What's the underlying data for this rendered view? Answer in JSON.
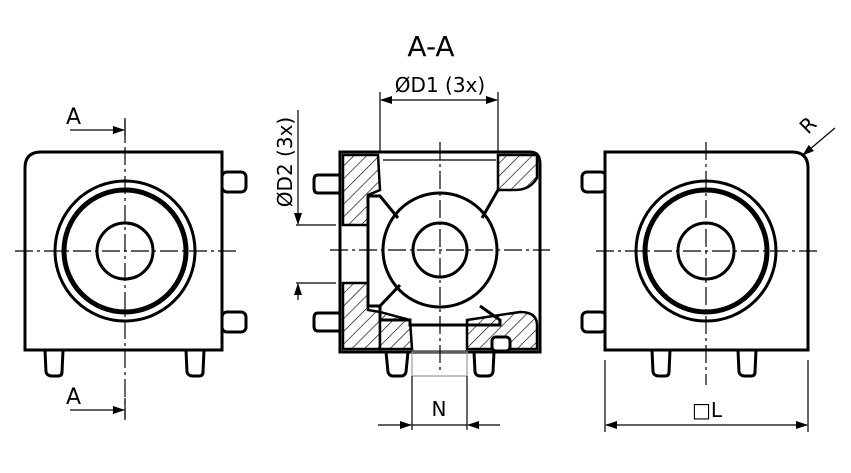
{
  "section_title": "A-A",
  "labels": {
    "section_mark_top": "A",
    "section_mark_bottom": "A",
    "diameter_d1": "ØD1 (3x)",
    "diameter_d2": "ØD2 (3x)",
    "width_n": "N",
    "size_l": "□L",
    "radius_r": "R"
  }
}
